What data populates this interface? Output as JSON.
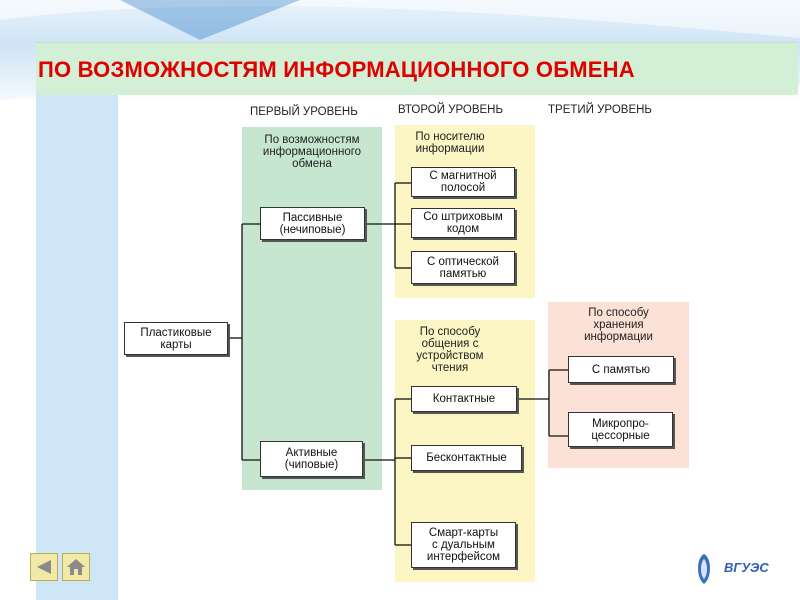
{
  "title": "ПО ВОЗМОЖНОСТЯМ ИНФОРМАЦИОННОГО ОБМЕНА",
  "levels": {
    "first": "ПЕРВЫЙ УРОВЕНЬ",
    "second": "ВТОРОЙ УРОВЕНЬ",
    "third": "ТРЕТИЙ УРОВЕНЬ"
  },
  "panels": {
    "info_exchange": "По возможностям\nинформационного\nобмена",
    "carrier": "По носителю\nинформации",
    "communication": "По способу\nобщения с\nустройством\nчтения",
    "storage": "По способу\nхранения\nинформации"
  },
  "nodes": {
    "root": "Пластиковые\nкарты",
    "passive": "Пассивные\n(нечиповые)",
    "active": "Активные\n(чиповые)",
    "magnetic": "С магнитной\nполосой",
    "barcode": "Со штриховым\nкодом",
    "optical": "С оптической\nпамятью",
    "contact": "Контактные",
    "contactless": "Бесконтактные",
    "smart": "Смарт-карты\nс дуальным\nинтерфейсом",
    "memory": "С памятью",
    "microprocessor": "Микропро-\nцессорные"
  },
  "logo": {
    "text": "ВГУЭС"
  },
  "colors": {
    "title": "#e00000",
    "green_panel": "#c6e6d0",
    "yellow_panel": "#fbf6c4",
    "pink_panel": "#fbe1d6"
  }
}
